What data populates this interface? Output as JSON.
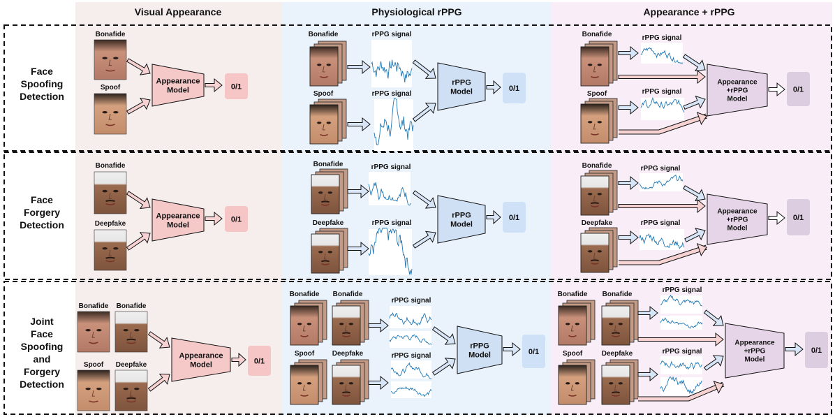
{
  "columns": [
    "Visual Appearance",
    "Physiological rPPG",
    "Appearance + rPPG"
  ],
  "rows": [
    [
      "Face",
      "Spoofing",
      "Detection"
    ],
    [
      "Face",
      "Forgery",
      "Detection"
    ],
    [
      "Joint",
      "Face",
      "Spoofing",
      "and",
      "Forgery",
      "Detection"
    ]
  ],
  "labels": {
    "bonafide": "Bonafide",
    "spoof": "Spoof",
    "deepfake": "Deepfake",
    "rppg_signal": "rPPG signal",
    "output": "0/1"
  },
  "models": {
    "appearance": [
      "Appearance",
      "Model"
    ],
    "rppg": [
      "rPPG",
      "Model"
    ],
    "combined_wide": [
      "Appearance",
      "+rPPG",
      "Model"
    ],
    "combined_narrow": [
      "Appearance",
      "+rPPG",
      "Model"
    ]
  },
  "colors": {
    "col1_bg": "#f6eded",
    "col2_bg": "#eaf2fb",
    "col3_bg": "#f9eef7",
    "appearance_model": "#f6c9c9",
    "rppg_model": "#cfe0f5",
    "combined_model": "#e6d5e8",
    "out_appearance": "#f6c6c6",
    "out_rppg": "#cfe1f6",
    "out_combined": "#ddcde0",
    "signal": "#1f77b4",
    "arrow_red": "#f7d2d2",
    "arrow_blue": "#d7e5f6",
    "dash": "#111111"
  }
}
